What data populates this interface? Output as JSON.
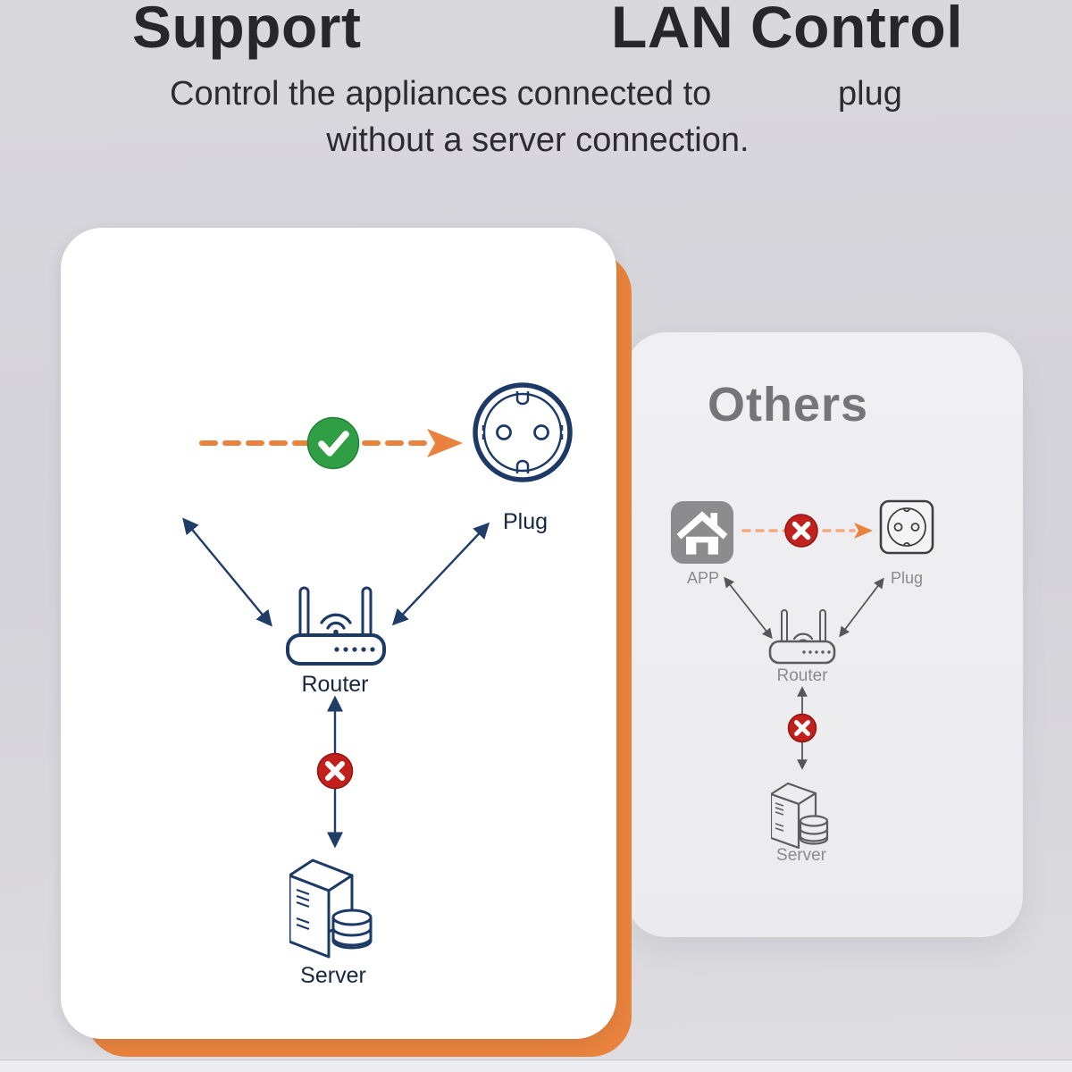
{
  "header": {
    "title_left": "Support",
    "title_right": "LAN Control",
    "subtitle_part1": "Control the appliances connected to",
    "subtitle_part2": "plug",
    "subtitle_line2": "without a server connection."
  },
  "lan_diagram": {
    "plug_label": "Plug",
    "router_label": "Router",
    "server_label": "Server"
  },
  "others_diagram": {
    "title": "Others",
    "app_label": "APP",
    "plug_label": "Plug",
    "router_label": "Router",
    "server_label": "Server"
  },
  "colors": {
    "accent_orange": "#e8823c",
    "light_orange_dash": "#f2a97e",
    "success_green": "#2f9e44",
    "error_red": "#c1201d",
    "diagram_navy": "#1e3d69",
    "diagram_gray": "#5c5c60",
    "title_text": "#26262b",
    "card_white": "#ffffff",
    "card_gray": "#ededf0"
  }
}
